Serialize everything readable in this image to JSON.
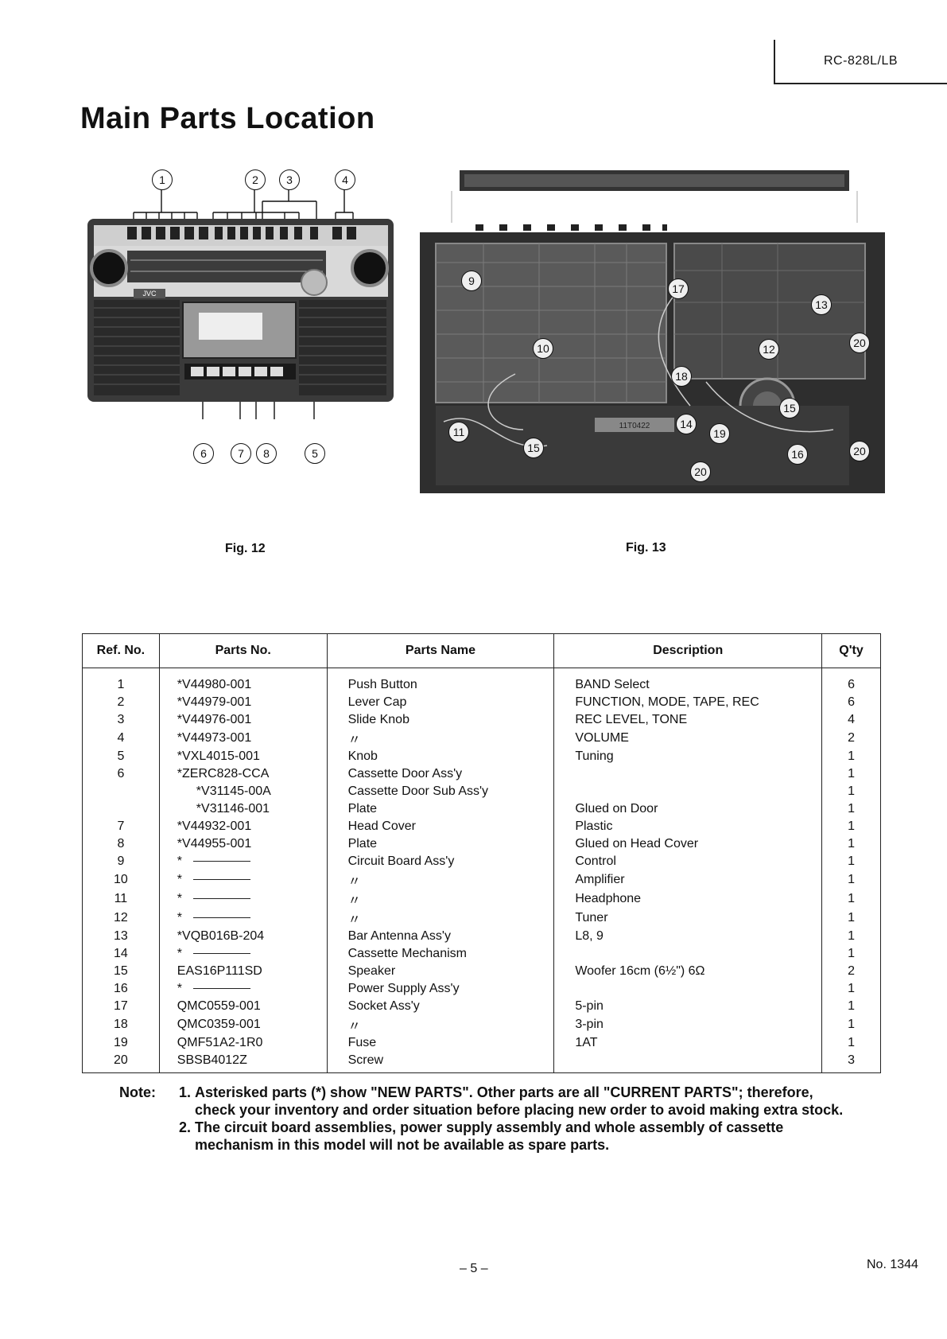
{
  "header": {
    "model": "RC-828L/LB"
  },
  "title": "Main Parts Location",
  "figures": [
    {
      "caption": "Fig. 12",
      "callouts": [
        "1",
        "2",
        "3",
        "4",
        "5",
        "6",
        "7",
        "8"
      ],
      "brand_text": "JVC"
    },
    {
      "caption": "Fig. 13",
      "callouts": [
        "9",
        "10",
        "11",
        "12",
        "13",
        "14",
        "15",
        "15",
        "16",
        "17",
        "18",
        "19",
        "20",
        "20",
        "20"
      ],
      "board_text": "11T0422"
    }
  ],
  "table": {
    "headers": [
      "Ref. No.",
      "Parts No.",
      "Parts Name",
      "Description",
      "Q'ty"
    ],
    "rows": [
      {
        "ref": "1",
        "part": "*V44980-001",
        "name": "Push Button",
        "desc": "BAND Select",
        "qty": "6"
      },
      {
        "ref": "2",
        "part": "*V44979-001",
        "name": "Lever Cap",
        "desc": "FUNCTION, MODE, TAPE, REC",
        "qty": "6"
      },
      {
        "ref": "3",
        "part": "*V44976-001",
        "name": "Slide Knob",
        "desc": "REC LEVEL, TONE",
        "qty": "4"
      },
      {
        "ref": "4",
        "part": "*V44973-001",
        "name": "〃",
        "desc": "VOLUME",
        "qty": "2"
      },
      {
        "ref": "5",
        "part": "*VXL4015-001",
        "name": "Knob",
        "desc": "Tuning",
        "qty": "1"
      },
      {
        "ref": "6",
        "part": "*ZERC828-CCA",
        "name": "Cassette Door Ass'y",
        "desc": "",
        "qty": "1"
      },
      {
        "ref": "",
        "part": "*V31145-00A",
        "name": "Cassette Door Sub Ass'y",
        "desc": "",
        "qty": "1",
        "sub": true
      },
      {
        "ref": "",
        "part": "*V31146-001",
        "name": "Plate",
        "desc": "Glued on Door",
        "qty": "1",
        "sub": true
      },
      {
        "ref": "7",
        "part": "*V44932-001",
        "name": "Head Cover",
        "desc": "Plastic",
        "qty": "1"
      },
      {
        "ref": "8",
        "part": "*V44955-001",
        "name": "Plate",
        "desc": "Glued on Head Cover",
        "qty": "1"
      },
      {
        "ref": "9",
        "part": "*",
        "name": "Circuit Board Ass'y",
        "desc": "Control",
        "qty": "1",
        "dash": true
      },
      {
        "ref": "10",
        "part": "*",
        "name": "〃",
        "desc": "Amplifier",
        "qty": "1",
        "dash": true
      },
      {
        "ref": "11",
        "part": "*",
        "name": "〃",
        "desc": "Headphone",
        "qty": "1",
        "dash": true
      },
      {
        "ref": "12",
        "part": "*",
        "name": "〃",
        "desc": "Tuner",
        "qty": "1",
        "dash": true
      },
      {
        "ref": "13",
        "part": "*VQB016B-204",
        "name": "Bar Antenna Ass'y",
        "desc": "L8, 9",
        "qty": "1"
      },
      {
        "ref": "14",
        "part": "*",
        "name": "Cassette Mechanism",
        "desc": "",
        "qty": "1",
        "dash": true
      },
      {
        "ref": "15",
        "part": "EAS16P111SD",
        "name": "Speaker",
        "desc": "Woofer 16cm (6½\") 6Ω",
        "qty": "2"
      },
      {
        "ref": "16",
        "part": "*",
        "name": "Power Supply Ass'y",
        "desc": "",
        "qty": "1",
        "dash": true
      },
      {
        "ref": "17",
        "part": "QMC0559-001",
        "name": "Socket Ass'y",
        "desc": "5-pin",
        "qty": "1"
      },
      {
        "ref": "18",
        "part": "QMC0359-001",
        "name": "〃",
        "desc": "3-pin",
        "qty": "1"
      },
      {
        "ref": "19",
        "part": "QMF51A2-1R0",
        "name": "Fuse",
        "desc": "1AT",
        "qty": "1"
      },
      {
        "ref": "20",
        "part": "SBSB4012Z",
        "name": "Screw",
        "desc": "",
        "qty": "3"
      }
    ]
  },
  "notes": {
    "label": "Note:",
    "items": [
      {
        "num": "1.",
        "text": "Asterisked parts (*) show \"NEW PARTS\". Other parts are all \"CURRENT PARTS\"; therefore, check your inventory and order situation before placing new order to avoid making extra stock."
      },
      {
        "num": "2.",
        "text": "The circuit board assemblies, power supply assembly and whole assembly of cassette mechanism in this model will not be available as spare parts."
      }
    ]
  },
  "footer": {
    "page": "– 5 –",
    "doc_no": "No. 1344"
  }
}
